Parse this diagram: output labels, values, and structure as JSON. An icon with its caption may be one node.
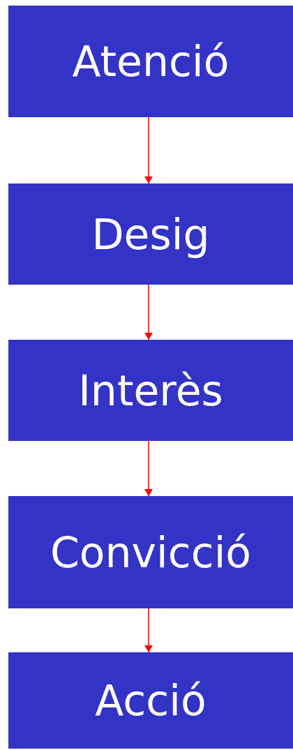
{
  "diagram": {
    "nodes": [
      {
        "text": [
          "Atenció"
        ]
      },
      {
        "text": [
          "Desig"
        ]
      },
      {
        "text": [
          "Interès"
        ]
      },
      {
        "text": [
          "Convicció"
        ]
      },
      {
        "text": [
          "Acció"
        ]
      }
    ],
    "edges": [
      {
        "from": 0,
        "to": 1,
        "arrow": "to"
      },
      {
        "from": 1,
        "to": 2,
        "arrow": "to"
      },
      {
        "from": 2,
        "to": 3,
        "arrow": "to"
      },
      {
        "from": 3,
        "to": 4,
        "arrow": "to"
      }
    ]
  }
}
